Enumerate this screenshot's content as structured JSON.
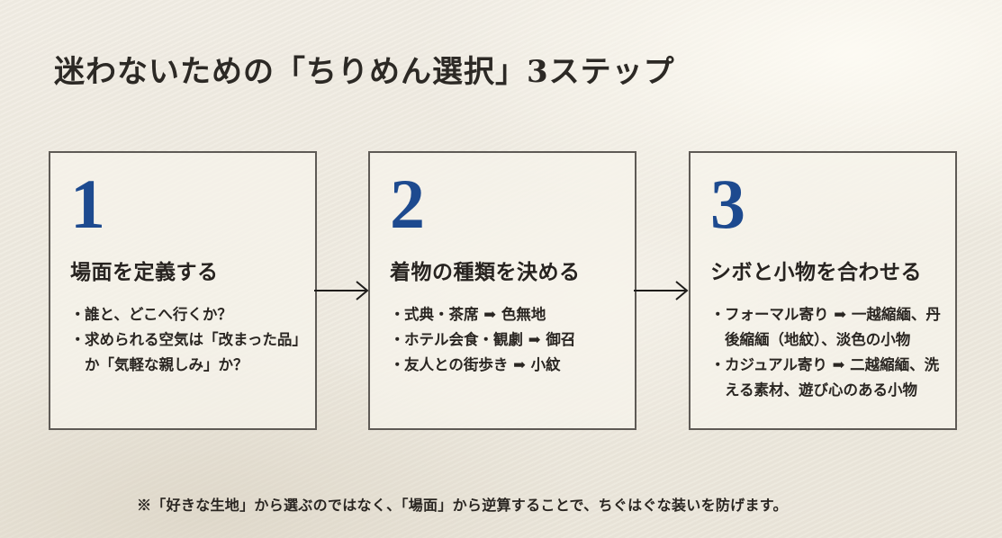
{
  "title": "迷わないための「ちりめん選択」3ステップ",
  "colors": {
    "number_accent": "#1d4a8f",
    "text": "#2a2622",
    "border": "#5e5a55",
    "background": "#ece7dc"
  },
  "steps": [
    {
      "number": "1",
      "heading": "場面を定義する",
      "items": [
        "誰と、どこへ行くか？",
        "求められる空気は「改まった品」か「気軽な親しみ」か？"
      ]
    },
    {
      "number": "2",
      "heading": "着物の種類を決める",
      "items": [
        "式典・茶席 ➡ 色無地",
        "ホテル会食・観劇 ➡ 御召",
        "友人との街歩き ➡ 小紋"
      ]
    },
    {
      "number": "3",
      "heading": "シボと小物を合わせる",
      "items": [
        "フォーマル寄り ➡ 一越縮緬、丹後縮緬（地紋）、淡色の小物",
        "カジュアル寄り ➡ 二越縮緬、洗える素材、遊び心のある小物"
      ]
    }
  ],
  "arrows": [
    {
      "icon": "right-arrow-icon",
      "from": "1",
      "to": "2"
    },
    {
      "icon": "right-arrow-icon",
      "from": "2",
      "to": "3"
    }
  ],
  "bullet": "・",
  "footnote": "※「好きな生地」から選ぶのではなく、「場面」から逆算することで、ちぐはぐな装いを防げます。"
}
